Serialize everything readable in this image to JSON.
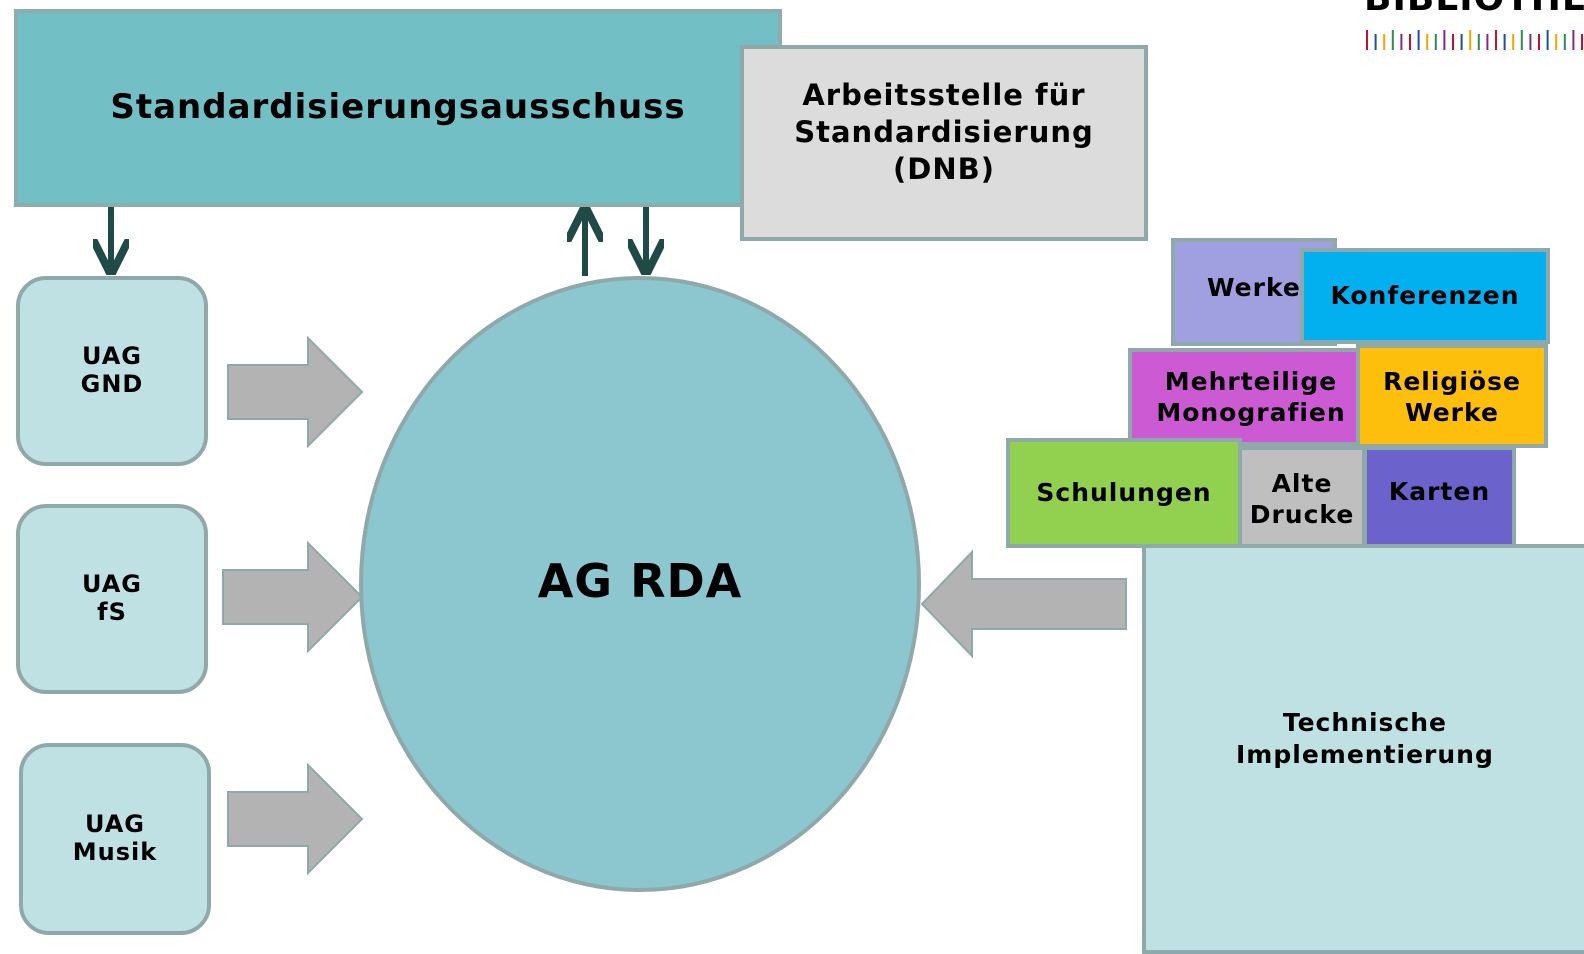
{
  "diagram": {
    "committee": "Standardisierungsausschuss",
    "office": "Arbeitsstelle für\nStandardisierung\n(DNB)",
    "center": "AG RDA",
    "subgroups": [
      "UAG\nGND",
      "UAG\nfS",
      "UAG\nMusik"
    ],
    "topics": {
      "werke": "Werke",
      "konferenzen": "Konferenzen",
      "mehrteilige": "Mehrteilige\nMonografien",
      "religioese": "Religiöse\nWerke",
      "schulungen": "Schulungen",
      "alte_drucke": "Alte\nDrucke",
      "karten": "Karten"
    },
    "technical": "Technische\nImplementierung"
  },
  "logo": {
    "text": "BIBLIOTHEK",
    "bar_colors": [
      "#c8102e",
      "#1f4e9c",
      "#f0a500",
      "#2e8b57",
      "#7b2d8e",
      "#c8102e",
      "#1f4e9c",
      "#f0a500",
      "#2e8b57",
      "#7b2d8e"
    ]
  },
  "colors": {
    "committee": "#72bfc5",
    "center": "#8cc6ce",
    "subgroup": "#bfe1e3",
    "arrow_gray": "#b3b3b3",
    "arrow_dark": "#1f4a48"
  }
}
